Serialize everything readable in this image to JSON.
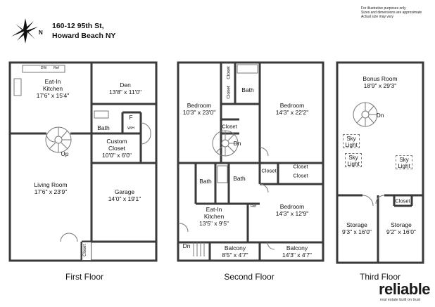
{
  "address": {
    "line1": "160-12 95th St,",
    "line2": "Howard Beach NY"
  },
  "disclaimer": {
    "line1": "For illustrative purposes only",
    "line2": "Sizes and dimensions are approximate",
    "line3": "Actual size may vary"
  },
  "compass_icon": "compass-rose-icon",
  "compass_letter": "N",
  "first_floor": {
    "label": "First Floor",
    "eat_in_kitchen": {
      "name": "Eat-In Kitchen",
      "line1": "Eat-In",
      "line2": "Kitchen",
      "dims": "17'6\" x 15'4\""
    },
    "den": {
      "name": "Den",
      "dims": "13'8\" x 11'0\""
    },
    "bath": "Bath",
    "f_label": "F",
    "custom_closet": {
      "line1": "Custom",
      "line2": "Closet",
      "dims": "10'0\" x 6'0\""
    },
    "living_room": {
      "name": "Living Room",
      "dims": "17'6\" x 23'9\""
    },
    "garage": {
      "name": "Garage",
      "dims": "14'0\" x 19'1\""
    },
    "up": "Up",
    "closet": "Closet",
    "dw": "DW",
    "ref": "Ref",
    "wh": "W/H"
  },
  "second_floor": {
    "label": "Second Floor",
    "bedroom_left": {
      "name": "Bedroom",
      "dims": "10'3\" x 23'0\""
    },
    "bedroom_right": {
      "name": "Bedroom",
      "dims": "14'3\" x 22'2\""
    },
    "bedroom_lower": {
      "name": "Bedroom",
      "dims": "14'3\" x 12'9\""
    },
    "bath_top": "Bath",
    "bath_left": "Bath",
    "bath_right": "Bath",
    "closet": "Closet",
    "dn": "Dn",
    "kitchen": {
      "line1": "Eat-In",
      "line2": "Kitchen",
      "dims": "13'5\" x 9'5\""
    },
    "balcony_left": {
      "name": "Balcony",
      "dims": "8'5\" x 4'7\""
    },
    "balcony_right": {
      "name": "Balcony",
      "dims": "14'3\" x 4'7\""
    },
    "ref": "Ref"
  },
  "third_floor": {
    "label": "Third Floor",
    "bonus_room": {
      "name": "Bonus Room",
      "dims": "18'9\" x 29'3\""
    },
    "dn": "Dn",
    "sky_light": {
      "line1": "Sky",
      "line2": "Light"
    },
    "storage_left": {
      "name": "Storage",
      "dims": "9'3\" x 16'0\""
    },
    "storage_right": {
      "name": "Storage",
      "dims": "9'2\" x 16'0\""
    },
    "closet": "Closet"
  },
  "logo": {
    "brand": "reliable",
    "tagline": "real estate built on trust"
  },
  "colors": {
    "wall": "#3a3a3a",
    "thin": "#777777"
  }
}
